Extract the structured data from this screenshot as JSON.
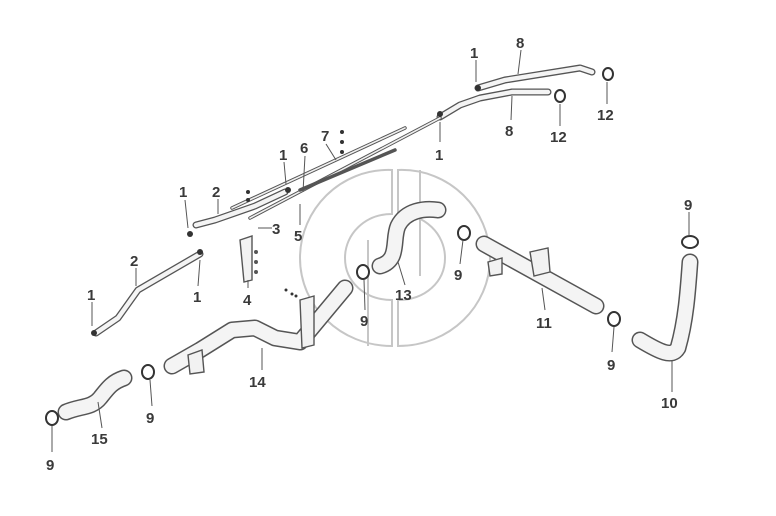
{
  "callouts": {
    "c1a": "1",
    "c1b": "1",
    "c1c": "1",
    "c1d": "1",
    "c1e": "1",
    "c1f": "1",
    "c2a": "2",
    "c2b": "2",
    "c3": "3",
    "c4": "4",
    "c5": "5",
    "c6": "6",
    "c7": "7",
    "c8a": "8",
    "c8b": "8",
    "c9a": "9",
    "c9b": "9",
    "c9c": "9",
    "c9d": "9",
    "c9e": "9",
    "c9f": "9",
    "c10": "10",
    "c11": "11",
    "c12a": "12",
    "c12b": "12",
    "c13": "13",
    "c14": "14",
    "c15": "15"
  },
  "colors": {
    "line": "#555555",
    "watermark": "#bbbbbb",
    "background": "#ffffff"
  }
}
